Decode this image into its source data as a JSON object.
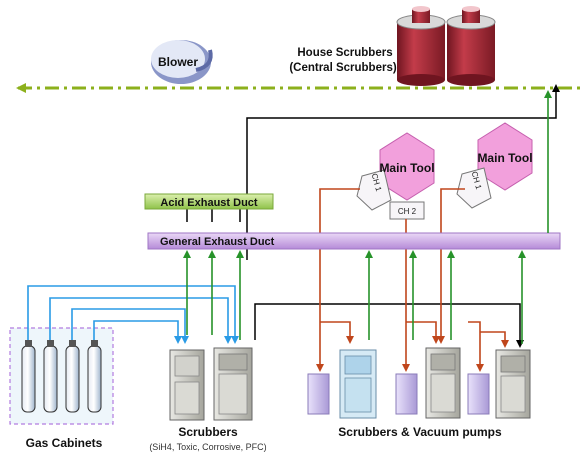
{
  "labels": {
    "blower": "Blower",
    "house_scrubbers_line1": "House Scrubbers",
    "house_scrubbers_line2": "(Central Scrubbers)",
    "main_tool_1": "Main Tool",
    "main_tool_2": "Main Tool",
    "ch_1": "CH 1",
    "ch_2": "CH 2",
    "ch_1b": "CH 1",
    "acid_exhaust_duct": "Acid Exhaust Duct",
    "general_exhaust_duct": "General Exhaust Duct",
    "gas_cabinets": "Gas Cabinets",
    "scrubbers": "Scrubbers",
    "scrubbers_detail": "(SiH4, Toxic, Corrosive, PFC)",
    "scrubbers_vacuum_pumps": "Scrubbers & Vacuum pumps"
  },
  "colors": {
    "main_exhaust_line": "#8cb01c",
    "acid_duct": "#b9dc7c",
    "general_duct": "#c9a6e6",
    "tool_hexagon": "#f2a0dc",
    "cabinet_fill": "#bfe0ef",
    "gas_line": "#2a9be6",
    "exhaust_line": "#27932a",
    "vacuum_line": "#c0461c",
    "black_line": "#000000",
    "pump_fill": "#d6c8f2",
    "scrubber_body": "#c9c9c2",
    "house_scrubber": "#a72a38"
  }
}
